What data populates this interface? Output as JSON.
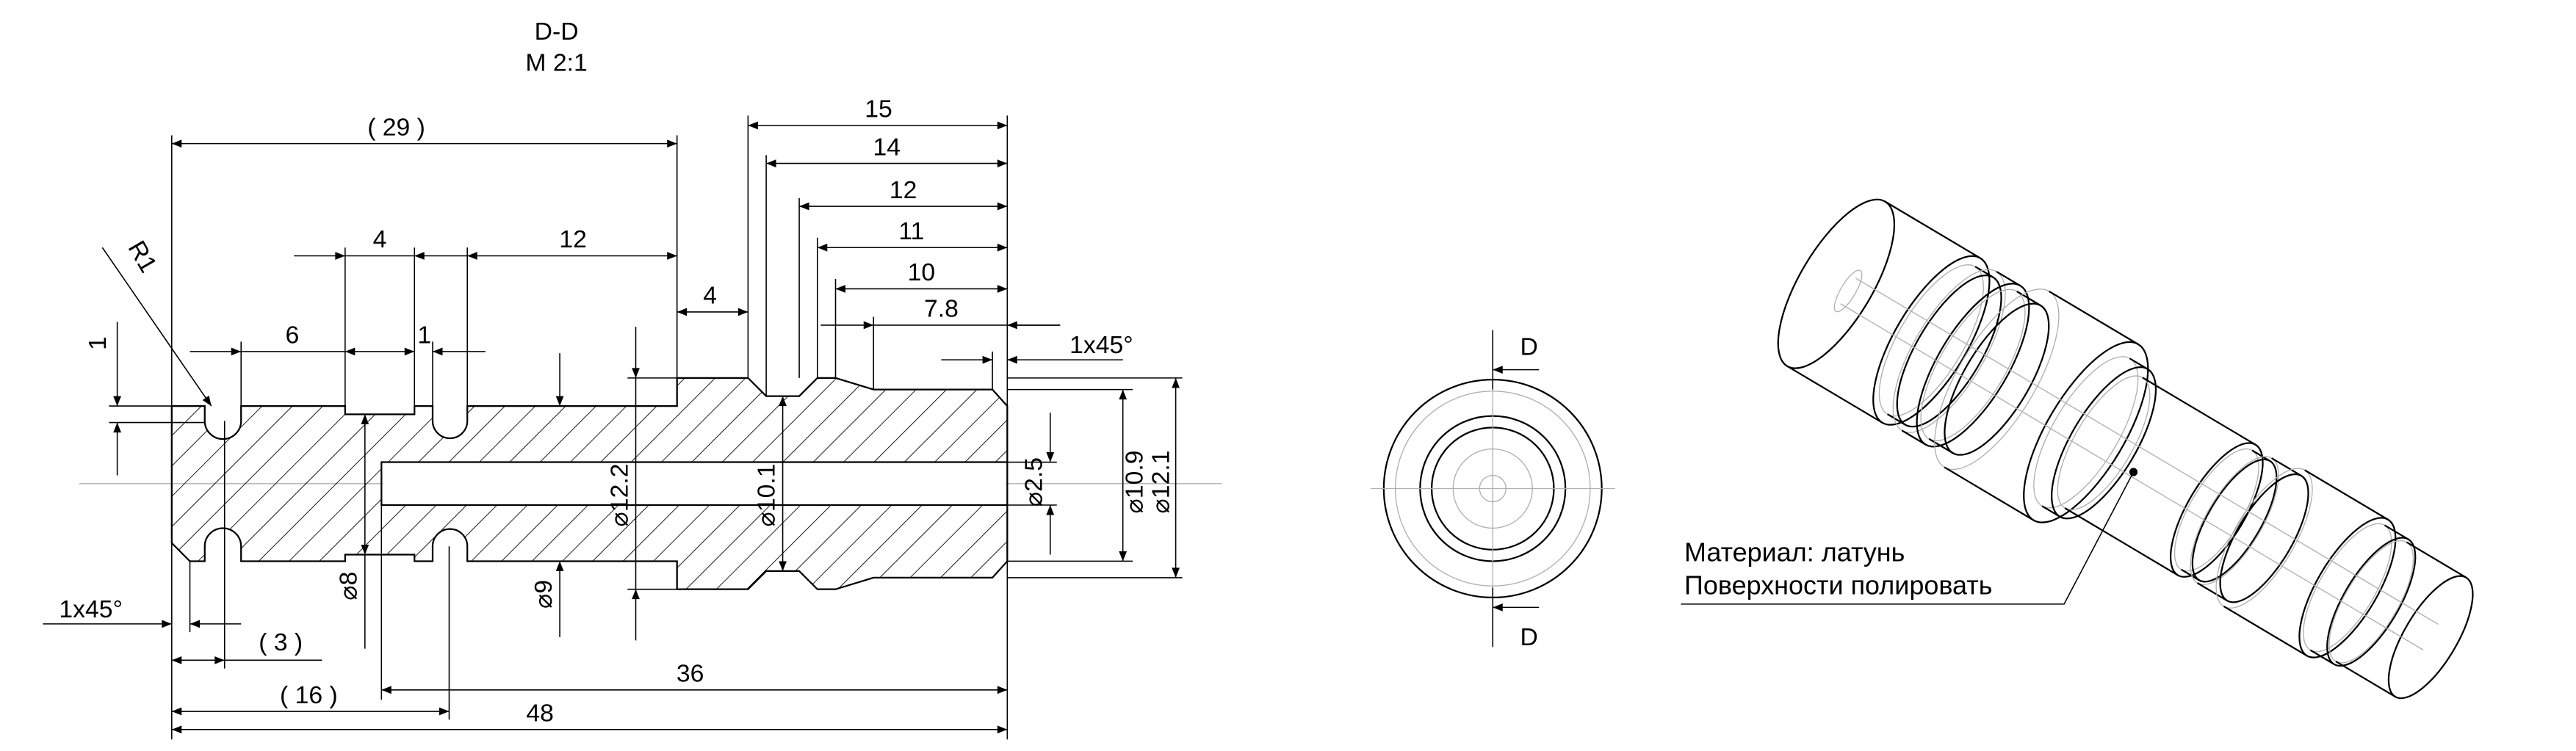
{
  "section": {
    "title": "D-D",
    "scale": "M 2:1"
  },
  "dimensions": {
    "d29": "( 29 )",
    "d15": "15",
    "d14": "14",
    "d12_top": "12",
    "d11": "11",
    "d10": "10",
    "d7_8": "7.8",
    "chamfer_right": "1x45°",
    "d4_groove": "4",
    "d12_mid": "12",
    "d6": "6",
    "d1_gap": "1",
    "d4_step": "4",
    "radius": "R1",
    "d1_depth": "1",
    "chamfer_left": "1x45°",
    "d3": "( 3 )",
    "d16": "( 16 )",
    "d36": "36",
    "d48": "48",
    "dia8": "⌀8",
    "dia9": "⌀9",
    "dia12_2": "⌀12.2",
    "dia10_1": "⌀10.1",
    "dia2_5": "⌀2.5",
    "dia10_9": "⌀10.9",
    "dia12_1": "⌀12.1"
  },
  "end_view": {
    "cut_label_top": "D",
    "cut_label_bottom": "D"
  },
  "notes": {
    "material": "Материал: латунь",
    "finish": "Поверхности полировать"
  },
  "colors": {
    "line": "#000000",
    "hidden": "#b0b0b0"
  }
}
